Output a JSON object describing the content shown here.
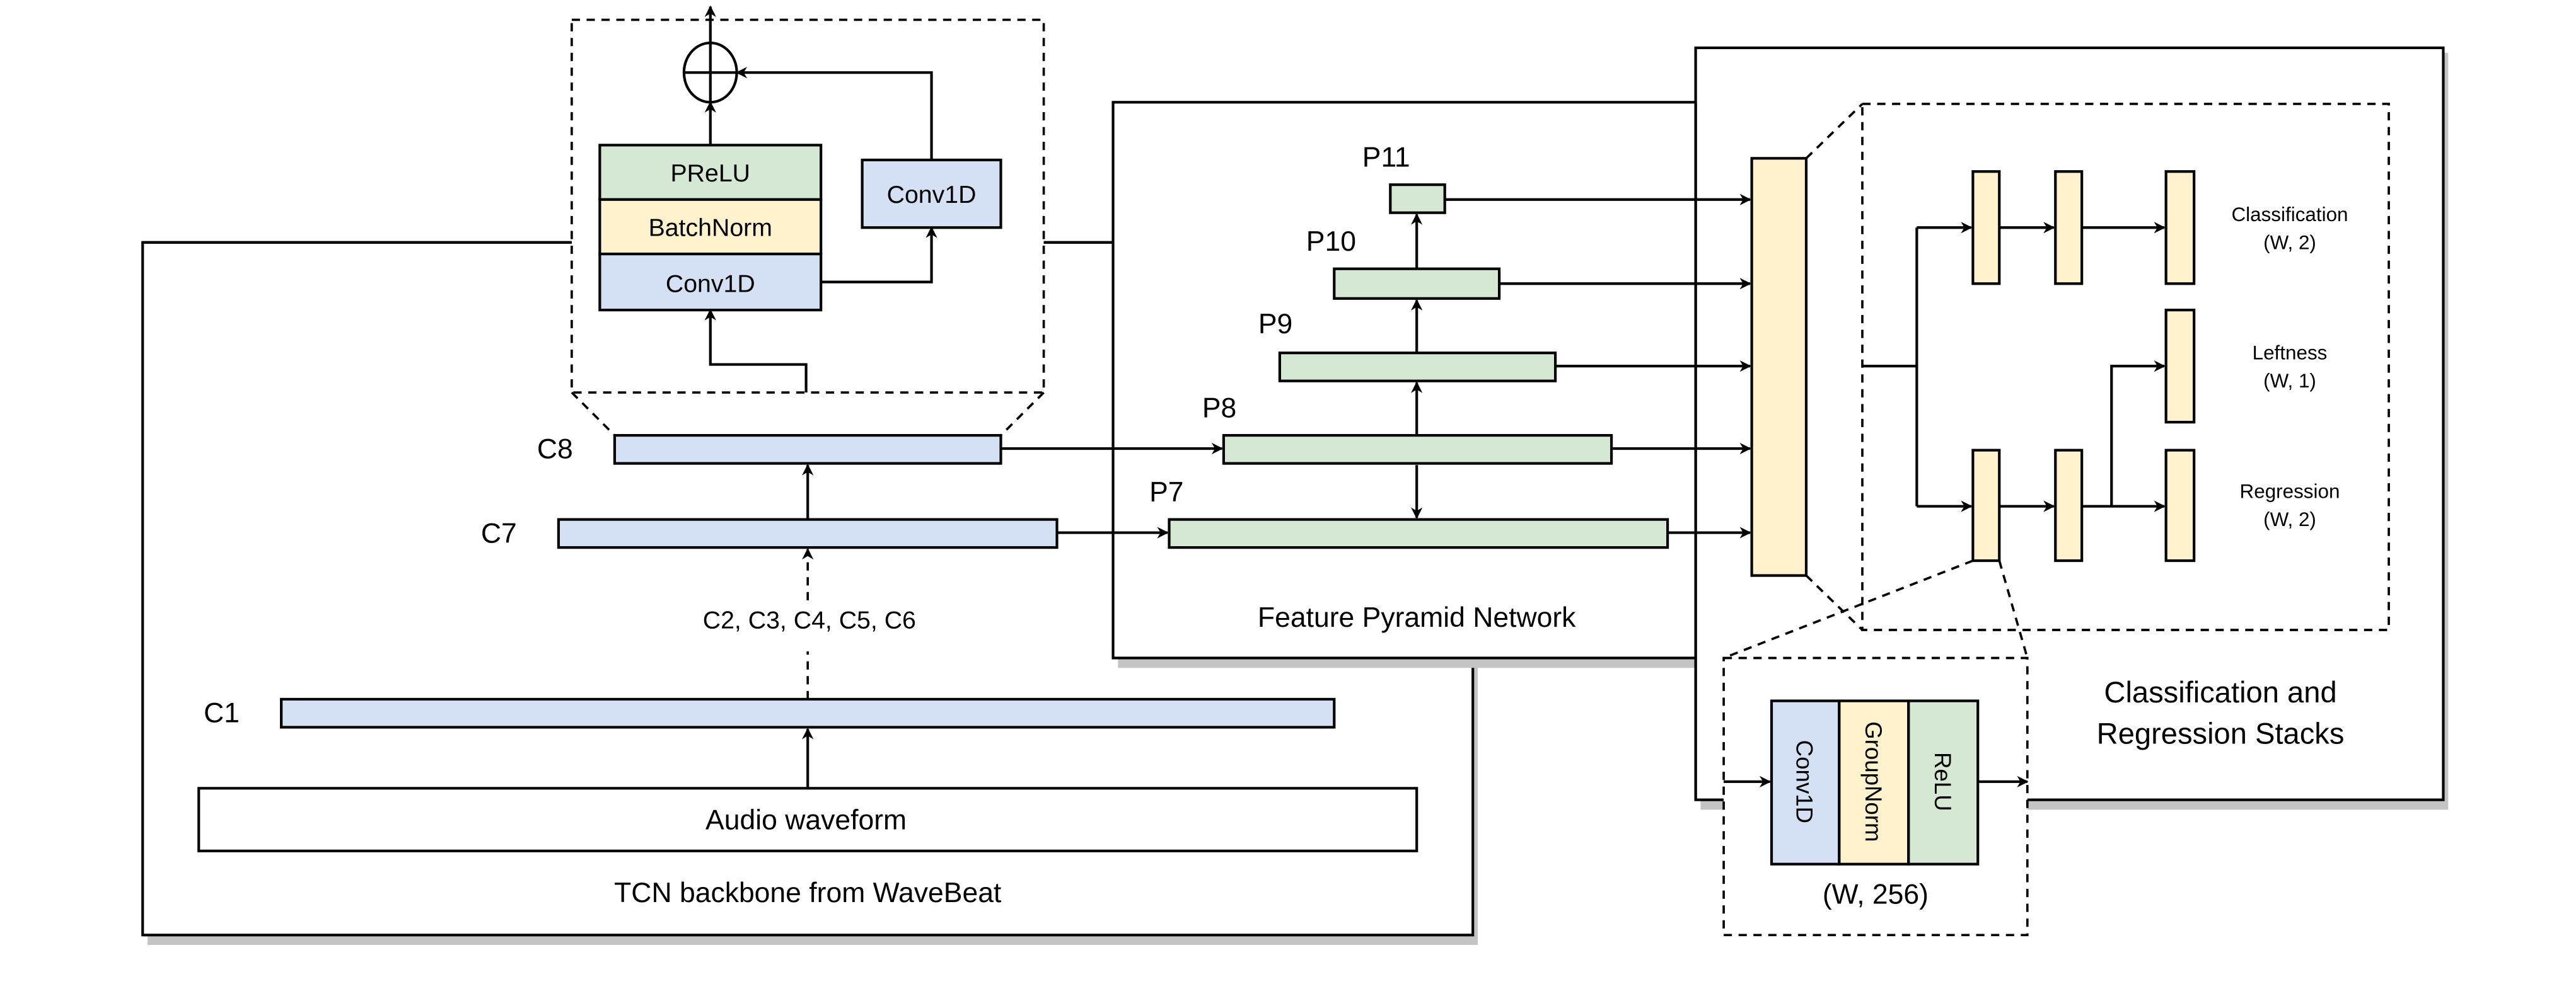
{
  "colors": {
    "conv_blue": "#d4e1f5",
    "act_green": "#d5e8d4",
    "norm_yellow": "#fff2cc",
    "stroke": "#000000",
    "shadow": "#c4c4c4"
  },
  "tcn": {
    "title": "TCN backbone from WaveBeat",
    "input_label": "Audio waveform",
    "layers": [
      {
        "id": "C1",
        "label": "C1"
      },
      {
        "id": "C7",
        "label": "C7"
      },
      {
        "id": "C8",
        "label": "C8"
      }
    ],
    "skipped_layers_label": "C2, C3, C4, C5, C6",
    "block_detail": {
      "stack": [
        "PReLU",
        "BatchNorm",
        "Conv1D"
      ],
      "residual_conv": "Conv1D",
      "sum_symbol": "add-circle"
    }
  },
  "fpn": {
    "title": "Feature Pyramid Network",
    "levels": [
      {
        "id": "P7",
        "label": "P7"
      },
      {
        "id": "P8",
        "label": "P8"
      },
      {
        "id": "P9",
        "label": "P9"
      },
      {
        "id": "P10",
        "label": "P10"
      },
      {
        "id": "P11",
        "label": "P11"
      }
    ]
  },
  "heads": {
    "title_line1": "Classification and",
    "title_line2": "Regression Stacks",
    "outputs": [
      {
        "name": "Classification",
        "shape": "(W, 2)"
      },
      {
        "name": "Leftness",
        "shape": "(W, 1)"
      },
      {
        "name": "Regression",
        "shape": "(W, 2)"
      }
    ],
    "block_detail": {
      "layers": [
        "Conv1D",
        "GroupNorm",
        "ReLU"
      ],
      "shape": "(W, 256)"
    }
  }
}
